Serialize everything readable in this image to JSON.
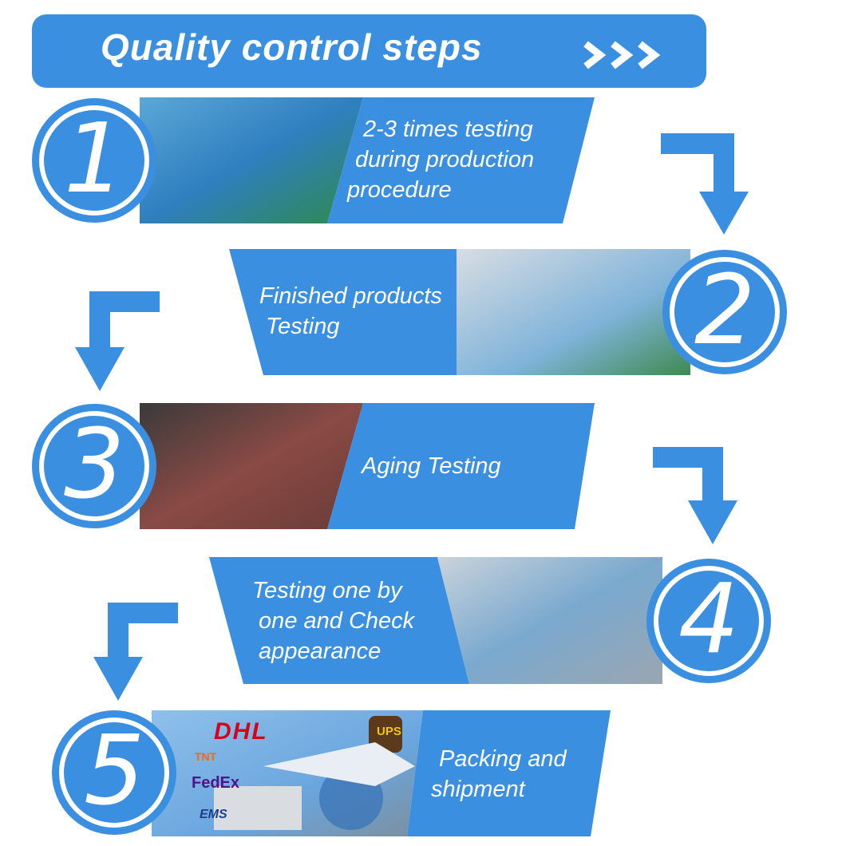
{
  "header": {
    "title": "Quality control steps",
    "arrows_icon": "triple-chevron-right"
  },
  "colors": {
    "brand_blue": "#3b8fe0",
    "circle_fill": "#3b8fe0",
    "white": "#ffffff"
  },
  "steps": [
    {
      "number": "1",
      "lines": [
        "2-3 times testing",
        "during production",
        "procedure"
      ]
    },
    {
      "number": "2",
      "lines": [
        "Finished products",
        " Testing"
      ]
    },
    {
      "number": "3",
      "lines": [
        "Aging Testing"
      ]
    },
    {
      "number": "4",
      "lines": [
        "Testing one by",
        " one and Check",
        " appearance"
      ]
    },
    {
      "number": "5",
      "lines": [
        "Packing and",
        "shipment"
      ]
    }
  ],
  "logos": {
    "dhl": "DHL",
    "ups": "UPS",
    "tnt": "TNT",
    "fedex": "FedEx",
    "ems": "EMS"
  }
}
